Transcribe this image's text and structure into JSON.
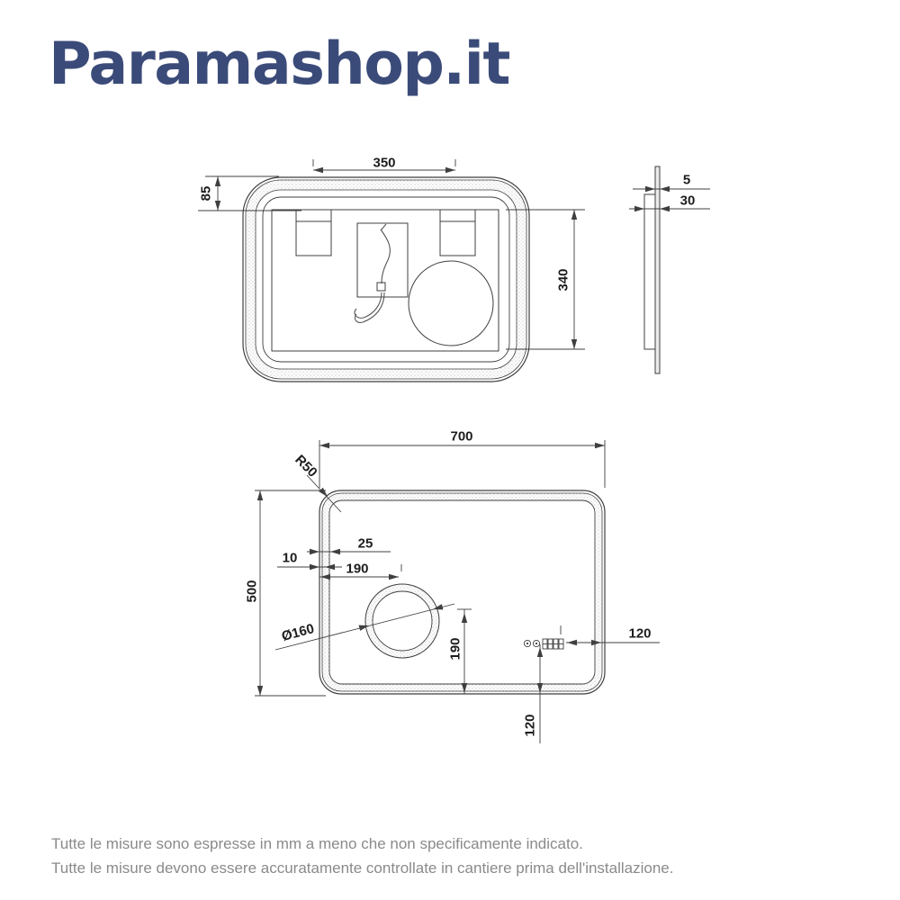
{
  "logo": {
    "text": "Paramashop.it",
    "color": "#3b4b79"
  },
  "footer": {
    "line1": "Tutte le misure sono espresse in mm a meno che non specificamente indicato.",
    "line2": "Tutte le misure devono essere accuratamente controllate in cantiere prima dell'installazione."
  },
  "drawing": {
    "units": "mm",
    "rear_view": {
      "dims": {
        "bracket_spacing": "350",
        "bracket_top_offset": "85",
        "backbox_height": "340"
      }
    },
    "side_view": {
      "dims": {
        "glass_thickness": "5",
        "depth": "30"
      }
    },
    "front_view": {
      "dims": {
        "width": "700",
        "corner_radius": "R50",
        "height": "500",
        "edge_to_band": "25",
        "edge_to_band_outer": "10",
        "edge_to_magnifier": "190",
        "magnifier_diameter": "Ø160",
        "magnifier_to_bottom": "190",
        "sensor_to_edge": "120",
        "sensor_to_bottom": "120"
      }
    }
  }
}
